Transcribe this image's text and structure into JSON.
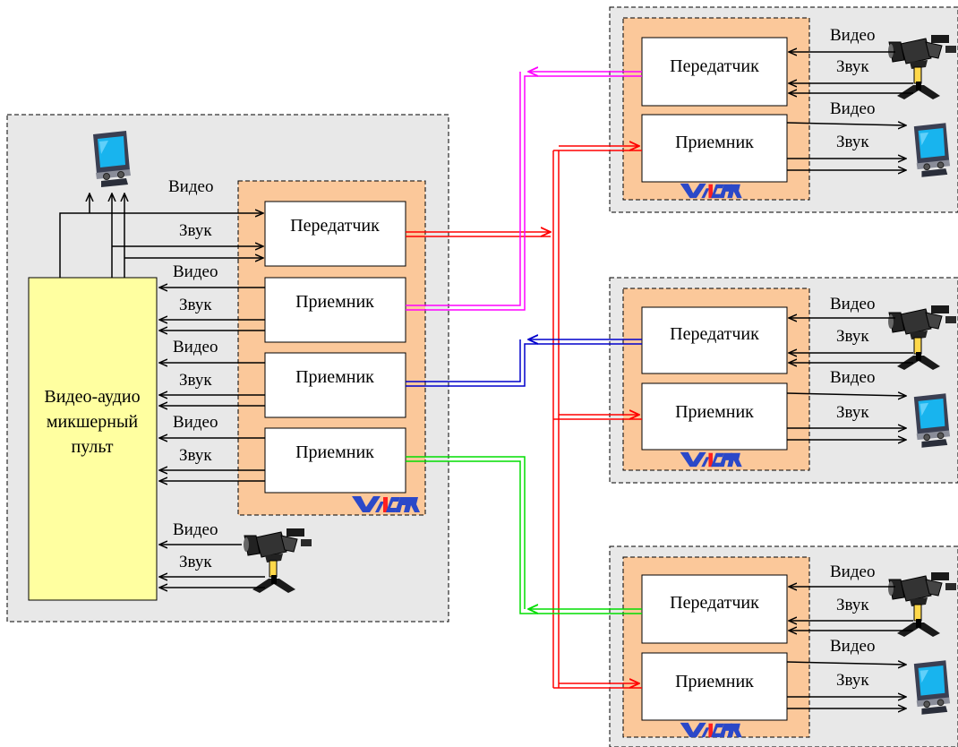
{
  "labels": {
    "video": "Видео",
    "sound": "Звук",
    "transmitter": "Передатчик",
    "receiver": "Приемник",
    "mixer_line1": "Видео-аудио",
    "mixer_line2": "микшерный",
    "mixer_line3": "пульт",
    "logo": "VidiCOR"
  },
  "colors": {
    "panel_bg": "#e8e8e8",
    "device_bg": "#fbc89a",
    "mixer_bg": "#ffffa0",
    "link_red": "#ff0000",
    "link_magenta": "#ff00ff",
    "link_blue": "#0000cc",
    "link_green": "#00dd00",
    "logo_blue": "#2b48c8"
  },
  "icons": [
    "monitor-icon",
    "video-camera-icon",
    "vidicor-logo"
  ]
}
